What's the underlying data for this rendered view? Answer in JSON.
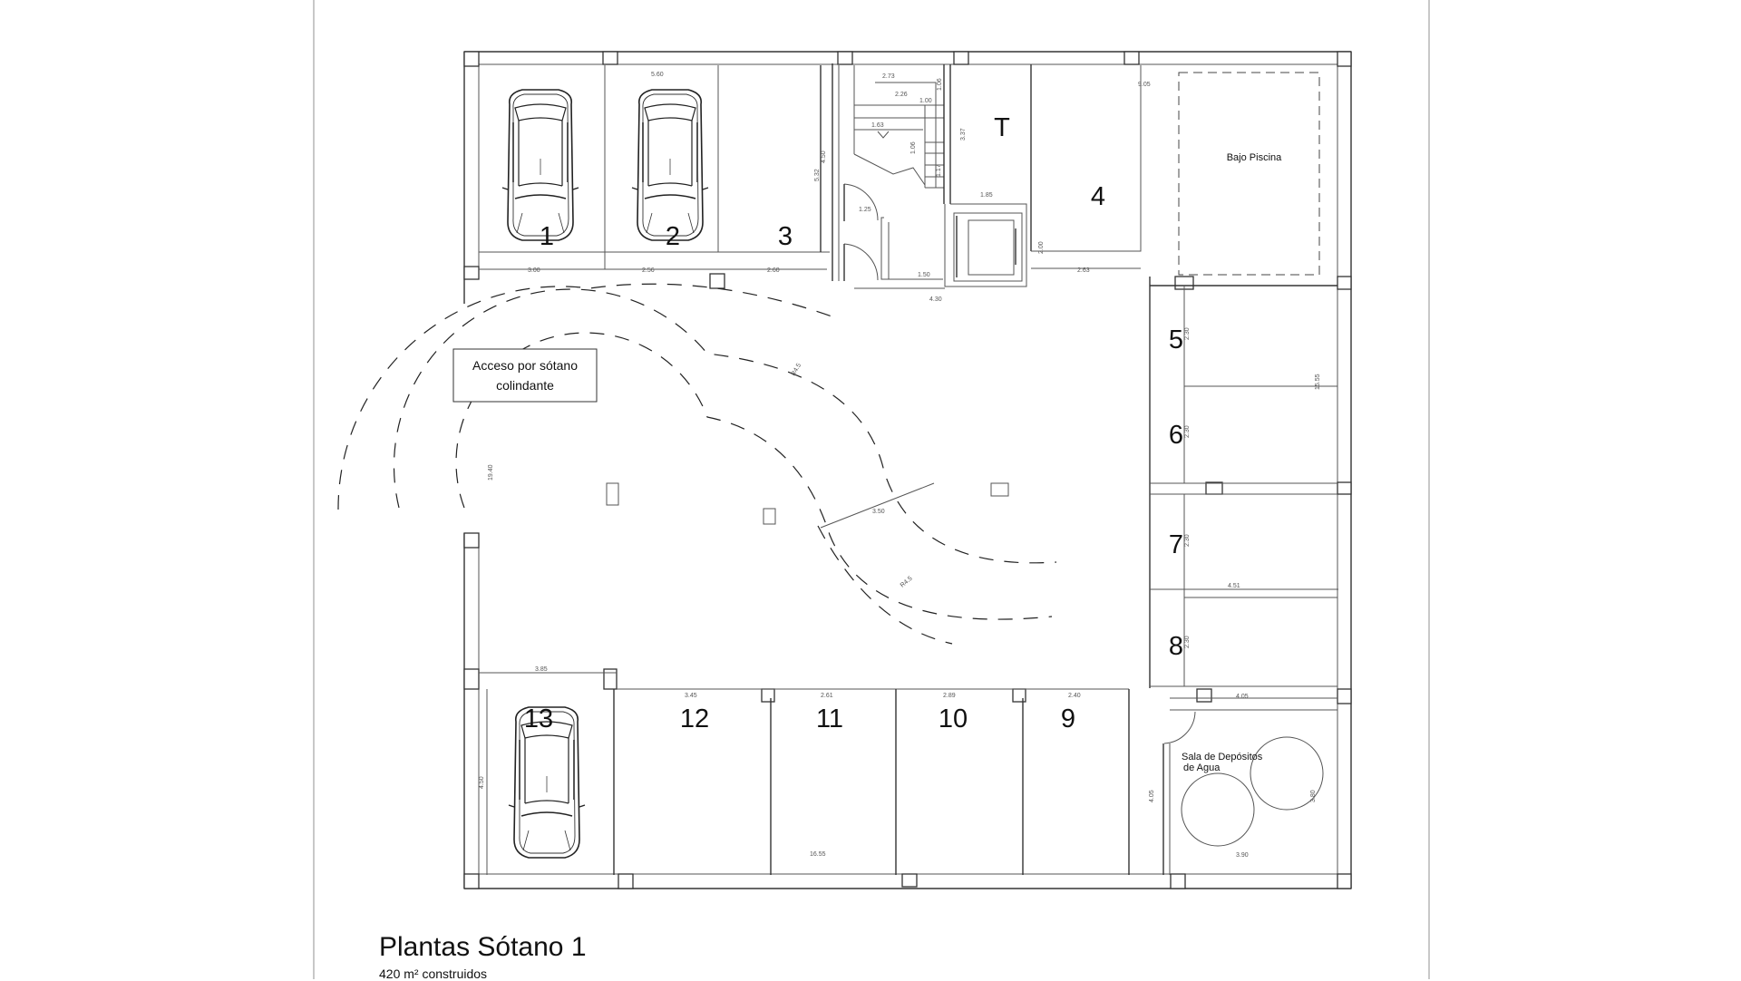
{
  "plan": {
    "title": "Plantas Sótano 1",
    "subtitle": "420 m² construidos",
    "access_label_line1": "Acceso por sótano",
    "access_label_line2": "colindante",
    "pool_label": "Bajo Piscina",
    "tank_room_line1": "Sala de Depósitos",
    "tank_room_line2": "de Agua",
    "storage_label": "T",
    "spaces": [
      {
        "id": "1",
        "has_car": true
      },
      {
        "id": "2",
        "has_car": true
      },
      {
        "id": "3",
        "has_car": false
      },
      {
        "id": "4",
        "has_car": false
      },
      {
        "id": "5",
        "has_car": false
      },
      {
        "id": "6",
        "has_car": false
      },
      {
        "id": "7",
        "has_car": false
      },
      {
        "id": "8",
        "has_car": false
      },
      {
        "id": "9",
        "has_car": false
      },
      {
        "id": "10",
        "has_car": false
      },
      {
        "id": "11",
        "has_car": false
      },
      {
        "id": "12",
        "has_car": false
      },
      {
        "id": "13",
        "has_car": true
      }
    ],
    "dimensions": {
      "top_row_width": "5.60",
      "space1_w": "3.00",
      "space2_w": "2.56",
      "space3_w": "2.60",
      "space3_depth_a": "5.32",
      "space3_depth_b": "4.50",
      "stair_a": "2.73",
      "stair_b": "2.26",
      "stair_c": "1.00",
      "stair_d": "1.06",
      "stair_e": "1.63",
      "stair_f": "1.06",
      "stair_g": "1.17",
      "door_w": "1.25",
      "corridor_w": "1.50",
      "core_w": "4.30",
      "t_depth": "3.37",
      "t_w": "1.85",
      "space4_w": "2.63",
      "space4_d": "2.00",
      "space4_total": "9.05",
      "right_column_h": "15.55",
      "space5_w": "2.30",
      "space6_w": "2.30",
      "space7_w": "2.30",
      "space8_w": "2.30",
      "right_depth": "4.51",
      "tank_top": "4.05",
      "tank_left": "4.05",
      "tank_right": "3.80",
      "tank_bottom": "3.90",
      "ramp_radius": "19.40",
      "ramp_w": "3.50",
      "ramp_r1": "R4.5",
      "ramp_r2": "R4.5",
      "space13_top": "3.85",
      "space13_depth": "4.50",
      "space12_w": "3.45",
      "space11_w": "2.61",
      "space10_w": "2.89",
      "space9_w": "2.40",
      "bottom_total": "16.55"
    }
  }
}
